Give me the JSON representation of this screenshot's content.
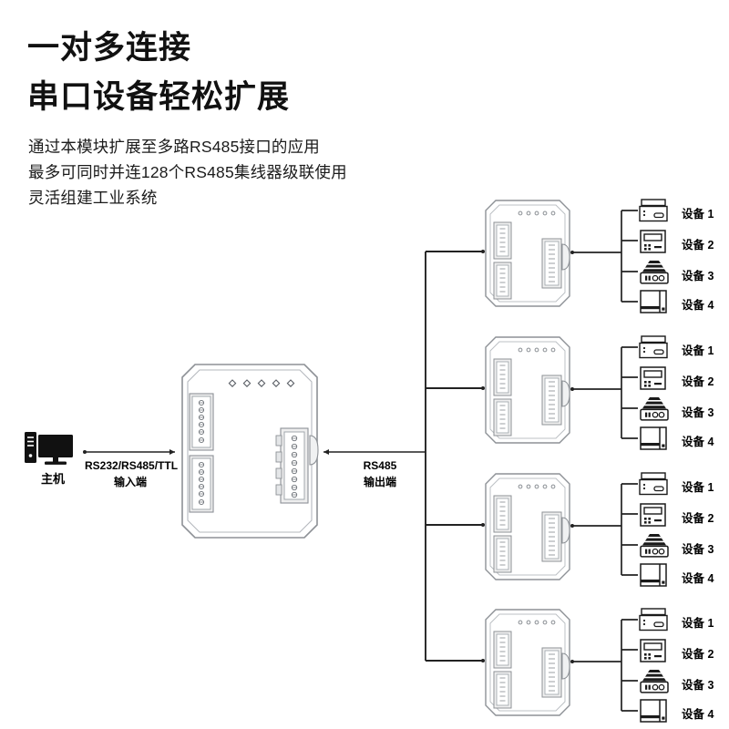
{
  "headline": {
    "line1": "一对多连接",
    "line2": "串口设备轻松扩展"
  },
  "body": {
    "line1": "通过本模块扩展至多路RS485接口的应用",
    "line2": "最多可同时并连128个RS485集线器级联使用",
    "line3": "灵活组建工业系统"
  },
  "host": {
    "label": "主机",
    "icon": "desktop-computer-icon"
  },
  "input_link": {
    "line1": "RS232/RS485/TTL",
    "line2": "输入端"
  },
  "output_link": {
    "line1": "RS485",
    "line2": "输出端"
  },
  "main_module": {
    "name": "rs485-hub-main-module",
    "led_count": 5,
    "left_terminal_screws": 6,
    "left_terminal_blocks": 2,
    "right_terminal_screws": 8
  },
  "hub_module": {
    "name": "rs485-hub-module",
    "led_count": 5,
    "left_terminal_screws": 7,
    "left_terminal_blocks": 2,
    "right_terminal_screws": 9
  },
  "hubs": [
    {
      "id": "hub-1",
      "devices": [
        {
          "label": "设备 1",
          "icon": "printer-device-icon"
        },
        {
          "label": "设备 2",
          "icon": "controller-panel-device-icon"
        },
        {
          "label": "设备 3",
          "icon": "meter-sensor-device-icon"
        },
        {
          "label": "设备 4",
          "icon": "cabinet-device-icon"
        }
      ]
    },
    {
      "id": "hub-2",
      "devices": [
        {
          "label": "设备 1",
          "icon": "printer-device-icon"
        },
        {
          "label": "设备 2",
          "icon": "controller-panel-device-icon"
        },
        {
          "label": "设备 3",
          "icon": "meter-sensor-device-icon"
        },
        {
          "label": "设备 4",
          "icon": "cabinet-device-icon"
        }
      ]
    },
    {
      "id": "hub-3",
      "devices": [
        {
          "label": "设备 1",
          "icon": "printer-device-icon"
        },
        {
          "label": "设备 2",
          "icon": "controller-panel-device-icon"
        },
        {
          "label": "设备 3",
          "icon": "meter-sensor-device-icon"
        },
        {
          "label": "设备 4",
          "icon": "cabinet-device-icon"
        }
      ]
    },
    {
      "id": "hub-4",
      "devices": [
        {
          "label": "设备 1",
          "icon": "printer-device-icon"
        },
        {
          "label": "设备 2",
          "icon": "controller-panel-device-icon"
        },
        {
          "label": "设备 3",
          "icon": "meter-sensor-device-icon"
        },
        {
          "label": "设备 4",
          "icon": "cabinet-device-icon"
        }
      ]
    }
  ],
  "colors": {
    "background": "#ffffff",
    "text": "#000000",
    "line": "#222222",
    "module_stroke": "#8d9196",
    "module_fill": "#ffffff",
    "terminal_fill": "#f2f2f2",
    "device_stroke": "#1a1a1a"
  }
}
